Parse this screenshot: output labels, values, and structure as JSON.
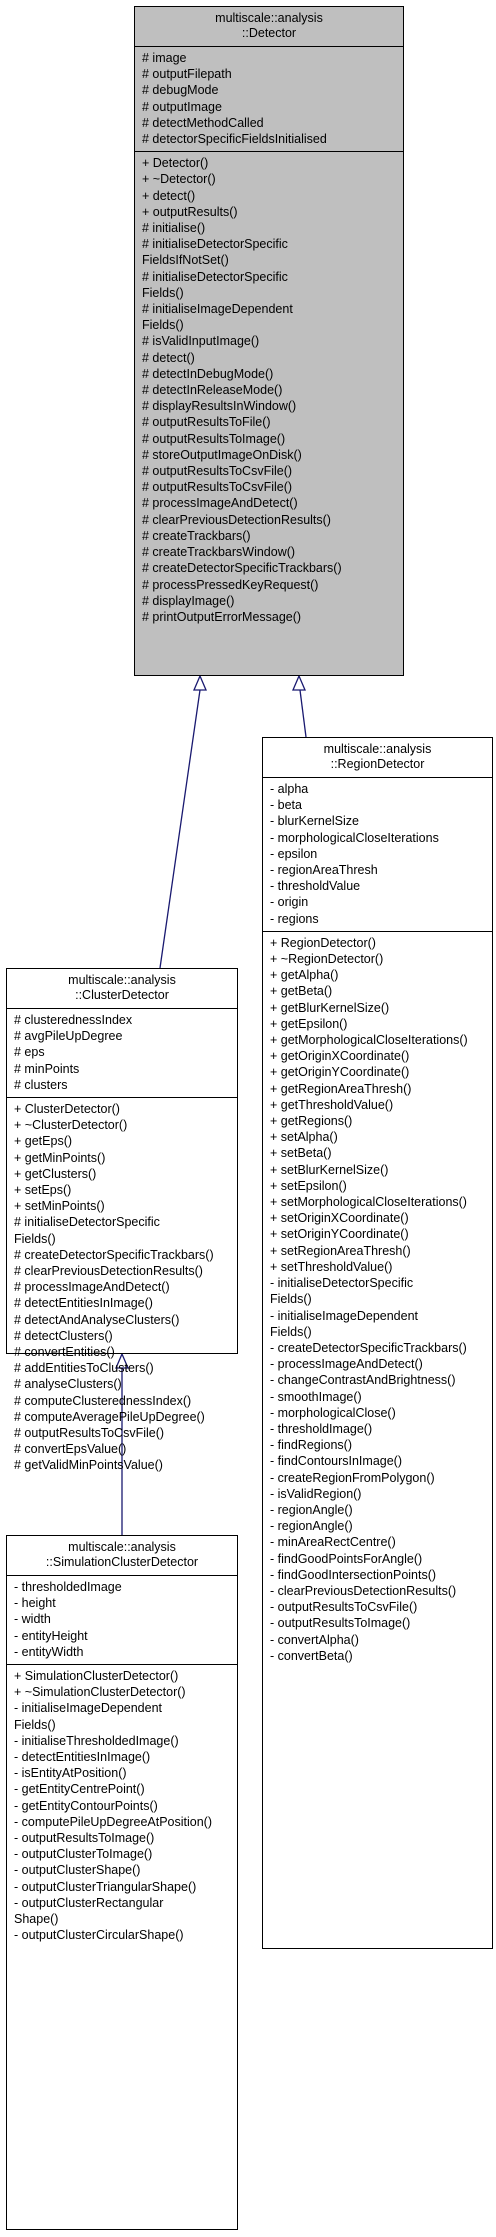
{
  "detector": {
    "name_line1": "multiscale::analysis",
    "name_line2": "::Detector",
    "attributes": [
      "# image",
      "# outputFilepath",
      "# debugMode",
      "# outputImage",
      "# detectMethodCalled",
      "# detectorSpecificFieldsInitialised"
    ],
    "methods": [
      "+ Detector()",
      "+ ~Detector()",
      "+ detect()",
      "+ outputResults()",
      "# initialise()",
      "# initialiseDetectorSpecific",
      "FieldsIfNotSet()",
      "# initialiseDetectorSpecific",
      "Fields()",
      "# initialiseImageDependent",
      "Fields()",
      "# isValidInputImage()",
      "# detect()",
      "# detectInDebugMode()",
      "# detectInReleaseMode()",
      "# displayResultsInWindow()",
      "# outputResultsToFile()",
      "# outputResultsToImage()",
      "# storeOutputImageOnDisk()",
      "# outputResultsToCsvFile()",
      "# outputResultsToCsvFile()",
      "# processImageAndDetect()",
      "# clearPreviousDetectionResults()",
      "# createTrackbars()",
      "# createTrackbarsWindow()",
      "# createDetectorSpecificTrackbars()",
      "# processPressedKeyRequest()",
      "# displayImage()",
      "# printOutputErrorMessage()"
    ]
  },
  "region_detector": {
    "name_line1": "multiscale::analysis",
    "name_line2": "::RegionDetector",
    "attributes": [
      "- alpha",
      "- beta",
      "- blurKernelSize",
      "- morphologicalCloseIterations",
      "- epsilon",
      "- regionAreaThresh",
      "- thresholdValue",
      "- origin",
      "- regions"
    ],
    "methods": [
      "+ RegionDetector()",
      "+ ~RegionDetector()",
      "+ getAlpha()",
      "+ getBeta()",
      "+ getBlurKernelSize()",
      "+ getEpsilon()",
      "+ getMorphologicalCloseIterations()",
      "+ getOriginXCoordinate()",
      "+ getOriginYCoordinate()",
      "+ getRegionAreaThresh()",
      "+ getThresholdValue()",
      "+ getRegions()",
      "+ setAlpha()",
      "+ setBeta()",
      "+ setBlurKernelSize()",
      "+ setEpsilon()",
      "+ setMorphologicalCloseIterations()",
      "+ setOriginXCoordinate()",
      "+ setOriginYCoordinate()",
      "+ setRegionAreaThresh()",
      "+ setThresholdValue()",
      "- initialiseDetectorSpecific",
      "Fields()",
      "- initialiseImageDependent",
      "Fields()",
      "- createDetectorSpecificTrackbars()",
      "- processImageAndDetect()",
      "- changeContrastAndBrightness()",
      "- smoothImage()",
      "- morphologicalClose()",
      "- thresholdImage()",
      "- findRegions()",
      "- findContoursInImage()",
      "- createRegionFromPolygon()",
      "- isValidRegion()",
      "- regionAngle()",
      "- regionAngle()",
      "- minAreaRectCentre()",
      "- findGoodPointsForAngle()",
      "- findGoodIntersectionPoints()",
      "- clearPreviousDetectionResults()",
      "- outputResultsToCsvFile()",
      "- outputResultsToImage()",
      "- convertAlpha()",
      "- convertBeta()"
    ]
  },
  "cluster_detector": {
    "name_line1": "multiscale::analysis",
    "name_line2": "::ClusterDetector",
    "attributes": [
      "# clusterednessIndex",
      "# avgPileUpDegree",
      "# eps",
      "# minPoints",
      "# clusters"
    ],
    "methods": [
      "+ ClusterDetector()",
      "+ ~ClusterDetector()",
      "+ getEps()",
      "+ getMinPoints()",
      "+ getClusters()",
      "+ setEps()",
      "+ setMinPoints()",
      "# initialiseDetectorSpecific",
      "Fields()",
      "# createDetectorSpecificTrackbars()",
      "# clearPreviousDetectionResults()",
      "# processImageAndDetect()",
      "# detectEntitiesInImage()",
      "# detectAndAnalyseClusters()",
      "# detectClusters()",
      "# convertEntities()",
      "# addEntitiesToClusters()",
      "# analyseClusters()",
      "# computeClusterednessIndex()",
      "# computeAveragePileUpDegree()",
      "# outputResultsToCsvFile()",
      "# convertEpsValue()",
      "# getValidMinPointsValue()"
    ]
  },
  "simulation_cluster_detector": {
    "name_line1": "multiscale::analysis",
    "name_line2": "::SimulationClusterDetector",
    "attributes": [
      "- thresholdedImage",
      "- height",
      "- width",
      "- entityHeight",
      "- entityWidth"
    ],
    "methods": [
      "+ SimulationClusterDetector()",
      "+ ~SimulationClusterDetector()",
      "- initialiseImageDependent",
      "Fields()",
      "- initialiseThresholdedImage()",
      "- detectEntitiesInImage()",
      "- isEntityAtPosition()",
      "- getEntityCentrePoint()",
      "- getEntityContourPoints()",
      "- computePileUpDegreeAtPosition()",
      "- outputResultsToImage()",
      "- outputClusterToImage()",
      "- outputClusterShape()",
      "- outputClusterTriangularShape()",
      "- outputClusterRectangular",
      "Shape()",
      "- outputClusterCircularShape()"
    ]
  },
  "colors": {
    "base_class_fill": "#bfbfbf",
    "arrow": "#191970"
  }
}
